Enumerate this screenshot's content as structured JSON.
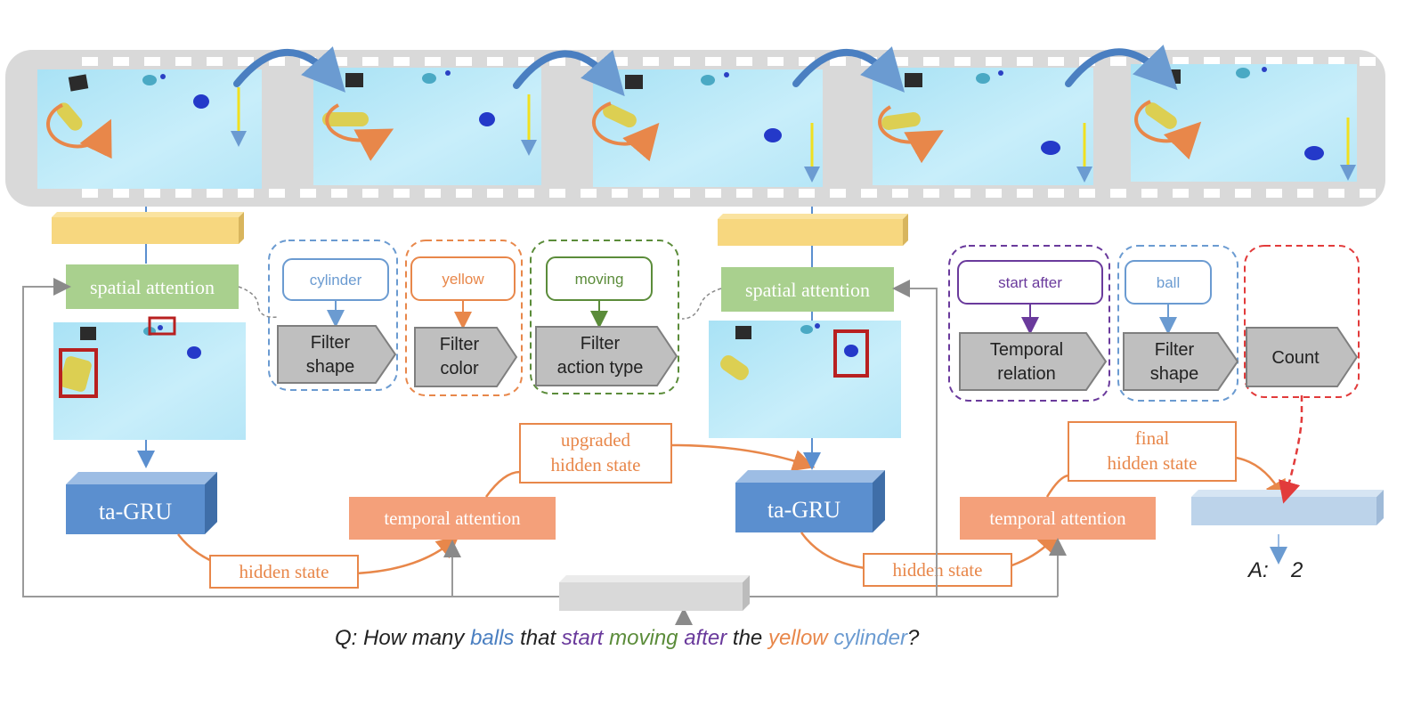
{
  "modules": {
    "spatial_attention_1": "spatial attention",
    "spatial_attention_2": "spatial attention",
    "ta_gru_1": "ta-GRU",
    "ta_gru_2": "ta-GRU",
    "temporal_attention_1": "temporal attention",
    "temporal_attention_2": "temporal attention",
    "hidden_state_1": "hidden state",
    "hidden_state_2": "hidden state",
    "upgraded_hidden_state": [
      "upgraded",
      "hidden state"
    ],
    "final_hidden_state": [
      "final",
      "hidden state"
    ]
  },
  "program": [
    {
      "arg": "cylinder",
      "op": [
        "Filter",
        "shape"
      ],
      "color": "#6b9bd1"
    },
    {
      "arg": "yellow",
      "op": [
        "Filter",
        "color"
      ],
      "color": "#e8874a"
    },
    {
      "arg": "moving",
      "op": [
        "Filter",
        "action type"
      ],
      "color": "#5b8c3a"
    },
    {
      "arg": "start after",
      "op": [
        "Temporal",
        "relation"
      ],
      "color": "#6a3a9c"
    },
    {
      "arg": "ball",
      "op": [
        "Filter",
        "shape"
      ],
      "color": "#6b9bd1"
    },
    {
      "arg": "",
      "op": [
        "Count"
      ],
      "color": "#e23b3b"
    }
  ],
  "question": {
    "prefix": "Q:",
    "tokens": [
      {
        "text": "How many ",
        "color": "#222222"
      },
      {
        "text": "balls",
        "color": "#4a7fc1"
      },
      {
        "text": " that ",
        "color": "#222222"
      },
      {
        "text": "start",
        "color": "#6a3a9c"
      },
      {
        "text": " ",
        "color": "#222222"
      },
      {
        "text": "moving",
        "color": "#5b8c3a"
      },
      {
        "text": " ",
        "color": "#222222"
      },
      {
        "text": "after",
        "color": "#6a3a9c"
      },
      {
        "text": " the ",
        "color": "#222222"
      },
      {
        "text": "yellow",
        "color": "#e8874a"
      },
      {
        "text": " ",
        "color": "#222222"
      },
      {
        "text": "cylinder",
        "color": "#6b9bd1"
      },
      {
        "text": "?",
        "color": "#222222"
      }
    ]
  },
  "answer": {
    "prefix": "A:",
    "value": "2"
  },
  "colors": {
    "green_module": "#a9d08e",
    "blue_module": "#5b8fcf",
    "orange_module": "#f4a07a",
    "orange_text": "#e8874a",
    "frame_bg": "#d9d9d9"
  }
}
